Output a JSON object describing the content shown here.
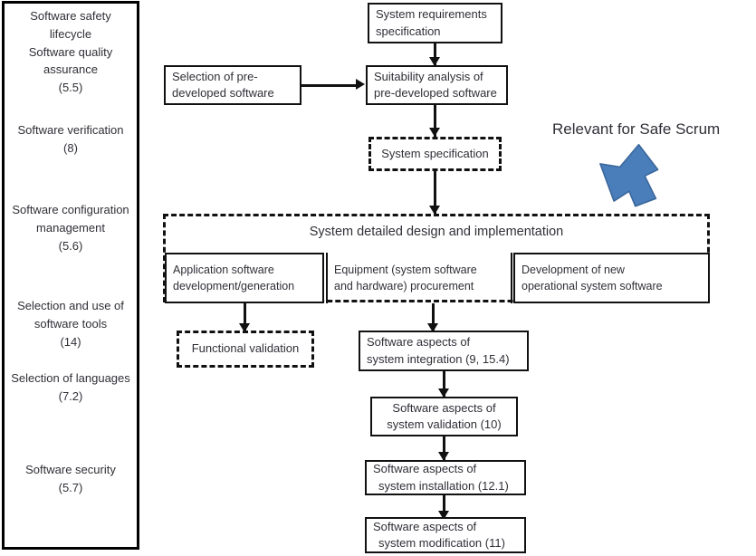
{
  "diagram": {
    "sidebar": {
      "items": [
        {
          "text": "Software safety lifecycle\nSoftware quality assurance\n(5.5)"
        },
        {
          "text": "Software verification\n(8)"
        },
        {
          "text": "Software configuration management\n(5.6)"
        },
        {
          "text": "Selection and use of software tools\n(14)"
        },
        {
          "text": "Selection of languages\n(7.2)"
        },
        {
          "text": "Software security\n(5.7)"
        }
      ]
    },
    "nodes": {
      "system_requirements": {
        "line1": "System requirements",
        "line2": "specification"
      },
      "selection_predeveloped": {
        "line1": "Selection of  pre-",
        "line2": "developed software"
      },
      "suitability_analysis": {
        "line1": "Suitability analysis of",
        "line2": "pre-developed software"
      },
      "system_specification": {
        "line1": "System specification"
      },
      "detailed_design_group": {
        "title": "System detailed design and implementation"
      },
      "application_software": {
        "line1": "Application software",
        "line2": "development/generation"
      },
      "equipment_procurement": {
        "line1": "Equipment (system software",
        "line2": "and hardware) procurement"
      },
      "new_operational_software": {
        "line1": "Development of new",
        "line2": "operational system software"
      },
      "functional_validation": {
        "line1": "Functional validation"
      },
      "system_integration": {
        "line1": "Software aspects of",
        "line2": "system integration (9, 15.4)"
      },
      "system_validation": {
        "line1": "Software aspects of",
        "line2": "system validation (10)"
      },
      "system_installation": {
        "line1": "Software aspects of",
        "line2": "system installation (12.1)"
      },
      "system_modification": {
        "line1": "Software aspects of",
        "line2": "system modification (11)"
      }
    },
    "annotation": {
      "label": "Relevant for Safe Scrum",
      "arrow_color": "#4a7ebb",
      "arrow_stroke": "#3a6699"
    },
    "colors": {
      "line": "#111111",
      "text": "#2f2f37",
      "background": "#ffffff"
    }
  }
}
